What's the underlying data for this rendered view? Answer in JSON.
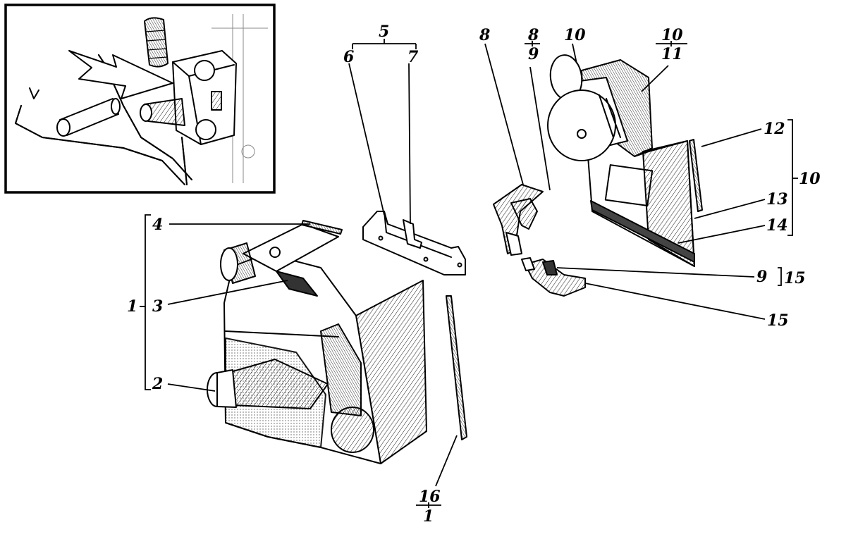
{
  "labels": {
    "l1": "1",
    "l2": "2",
    "l3": "3",
    "l4": "4",
    "l5": "5",
    "l6": "6",
    "l7": "7",
    "l8": "8",
    "l8b_top": "8",
    "l8b_bottom": "9",
    "l10": "10",
    "l10b_top": "10",
    "l10b_bottom": "11",
    "l12": "12",
    "l13": "13",
    "l14": "14",
    "l9": "9",
    "l15a": "15",
    "l15b": "15",
    "l16_top": "16",
    "l16_bottom": "1",
    "l10_group": "10"
  },
  "colors": {
    "ink": "#000000",
    "paper": "#ffffff",
    "shade": "#d9d9d9",
    "dark_shade": "#7a7a7a"
  }
}
